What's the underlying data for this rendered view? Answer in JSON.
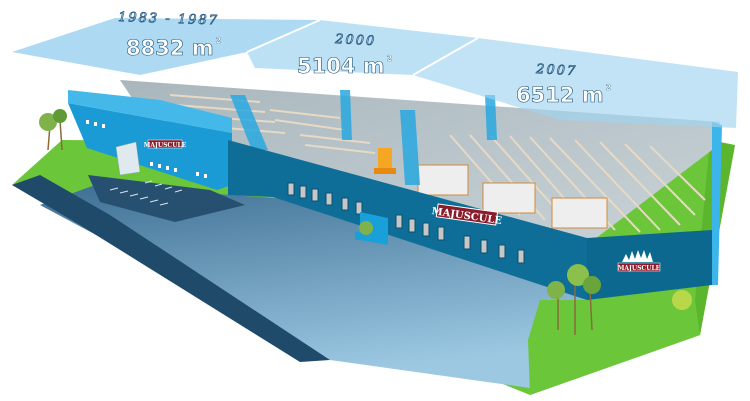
{
  "phases": [
    {
      "years": "1983 - 1987",
      "area": "8832 m",
      "unit_exp": "2"
    },
    {
      "years": "2000",
      "area": "5104 m",
      "unit_exp": "2"
    },
    {
      "years": "2007",
      "area": "6512 m",
      "unit_exp": "2"
    }
  ],
  "signs": {
    "office": "MAJUSCULE",
    "facade": "MAJUSCULE",
    "logo": "MAJUSCULE"
  },
  "colors": {
    "plan_overlay": "#9fd4f0",
    "facade": "#0e6e98",
    "office": "#1b9bd6",
    "lawn": "#6cc63a",
    "pavement": "#6f9fc0",
    "sign_red": "#8b1c2c"
  }
}
